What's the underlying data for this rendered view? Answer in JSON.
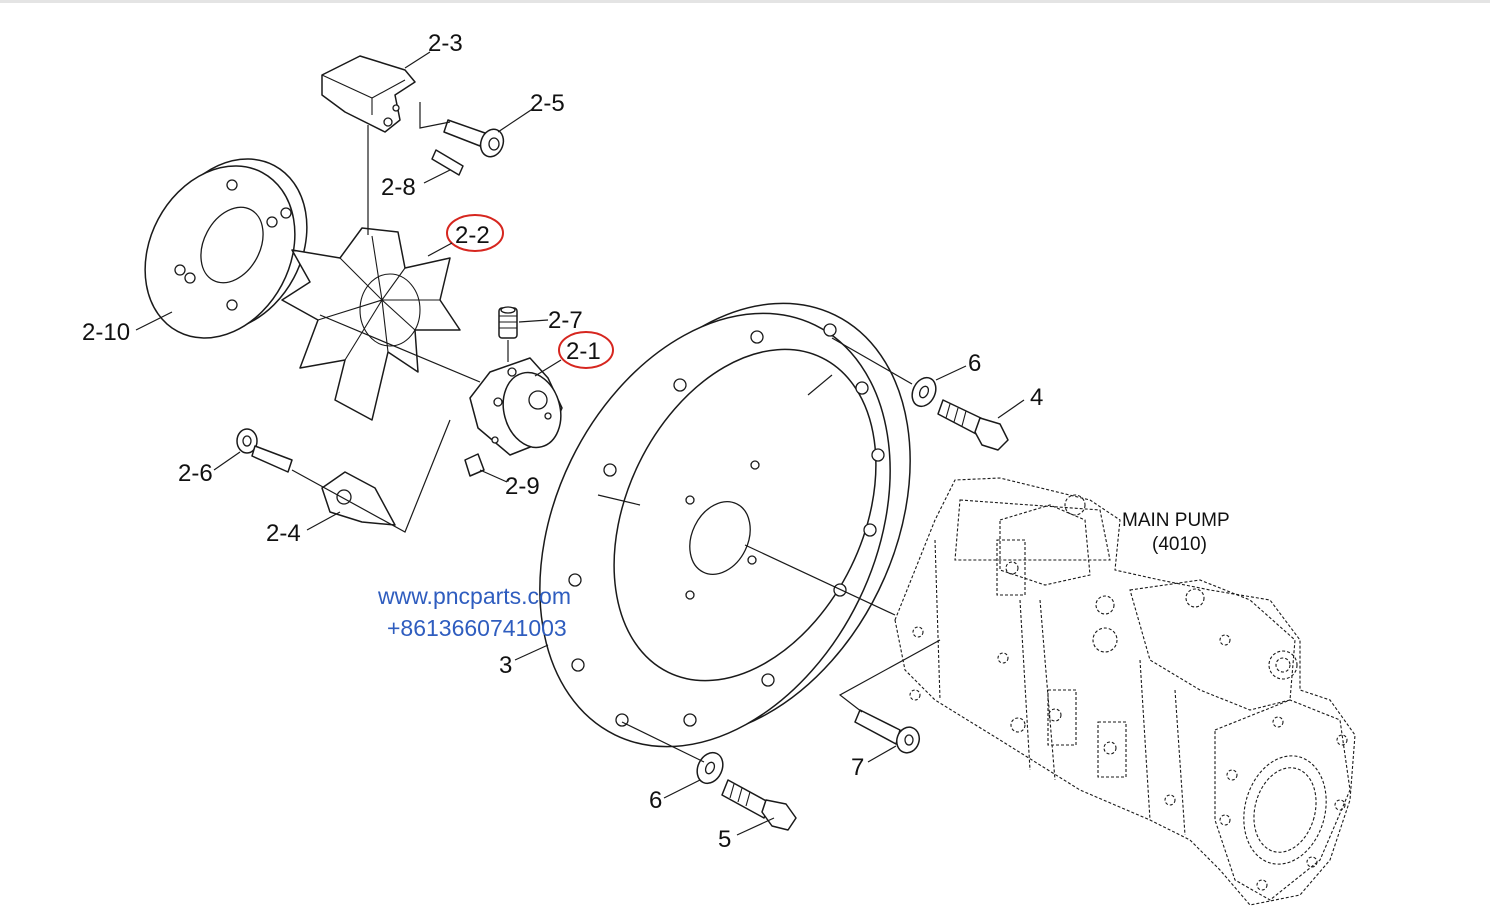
{
  "labels": {
    "p2_3": "2-3",
    "p2_5": "2-5",
    "p2_8": "2-8",
    "p2_2": "2-2",
    "p2_10": "2-10",
    "p2_7": "2-7",
    "p2_1": "2-1",
    "p2_6": "2-6",
    "p2_9": "2-9",
    "p2_4": "2-4",
    "p6_top": "6",
    "p4": "4",
    "p3": "3",
    "p7": "7",
    "p6_bottom": "6",
    "p5": "5"
  },
  "main_pump": {
    "title": "MAIN PUMP",
    "code": "(4010)"
  },
  "watermark": {
    "site": "www.pncparts.com",
    "phone": "+8613660741003",
    "color": "#2f5dbf"
  },
  "highlight_color": "#d6261f"
}
